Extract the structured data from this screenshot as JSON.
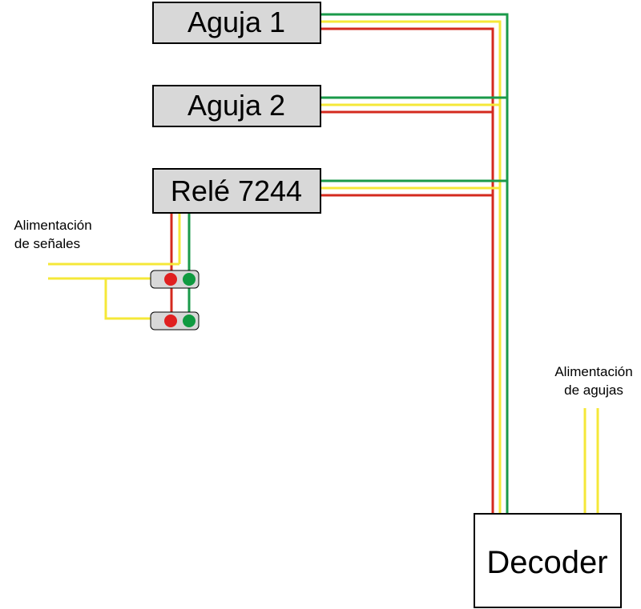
{
  "colors": {
    "wire_red": "#d42a1e",
    "wire_yellow": "#f5e838",
    "wire_green": "#1a9a4a",
    "box_fill": "#d8d8d8",
    "box_stroke": "#000000",
    "led_red": "#e02020",
    "led_green": "#109a40"
  },
  "boxes": {
    "aguja1": "Aguja 1",
    "aguja2": "Aguja 2",
    "rele": "Relé 7244",
    "decoder": "Decoder"
  },
  "labels": {
    "signal_power_line1": "Alimentación",
    "signal_power_line2": "de señales",
    "switch_power_line1": "Alimentación",
    "switch_power_line2": "de agujas"
  },
  "icons": {
    "signal_light": "signal-light-icon"
  }
}
